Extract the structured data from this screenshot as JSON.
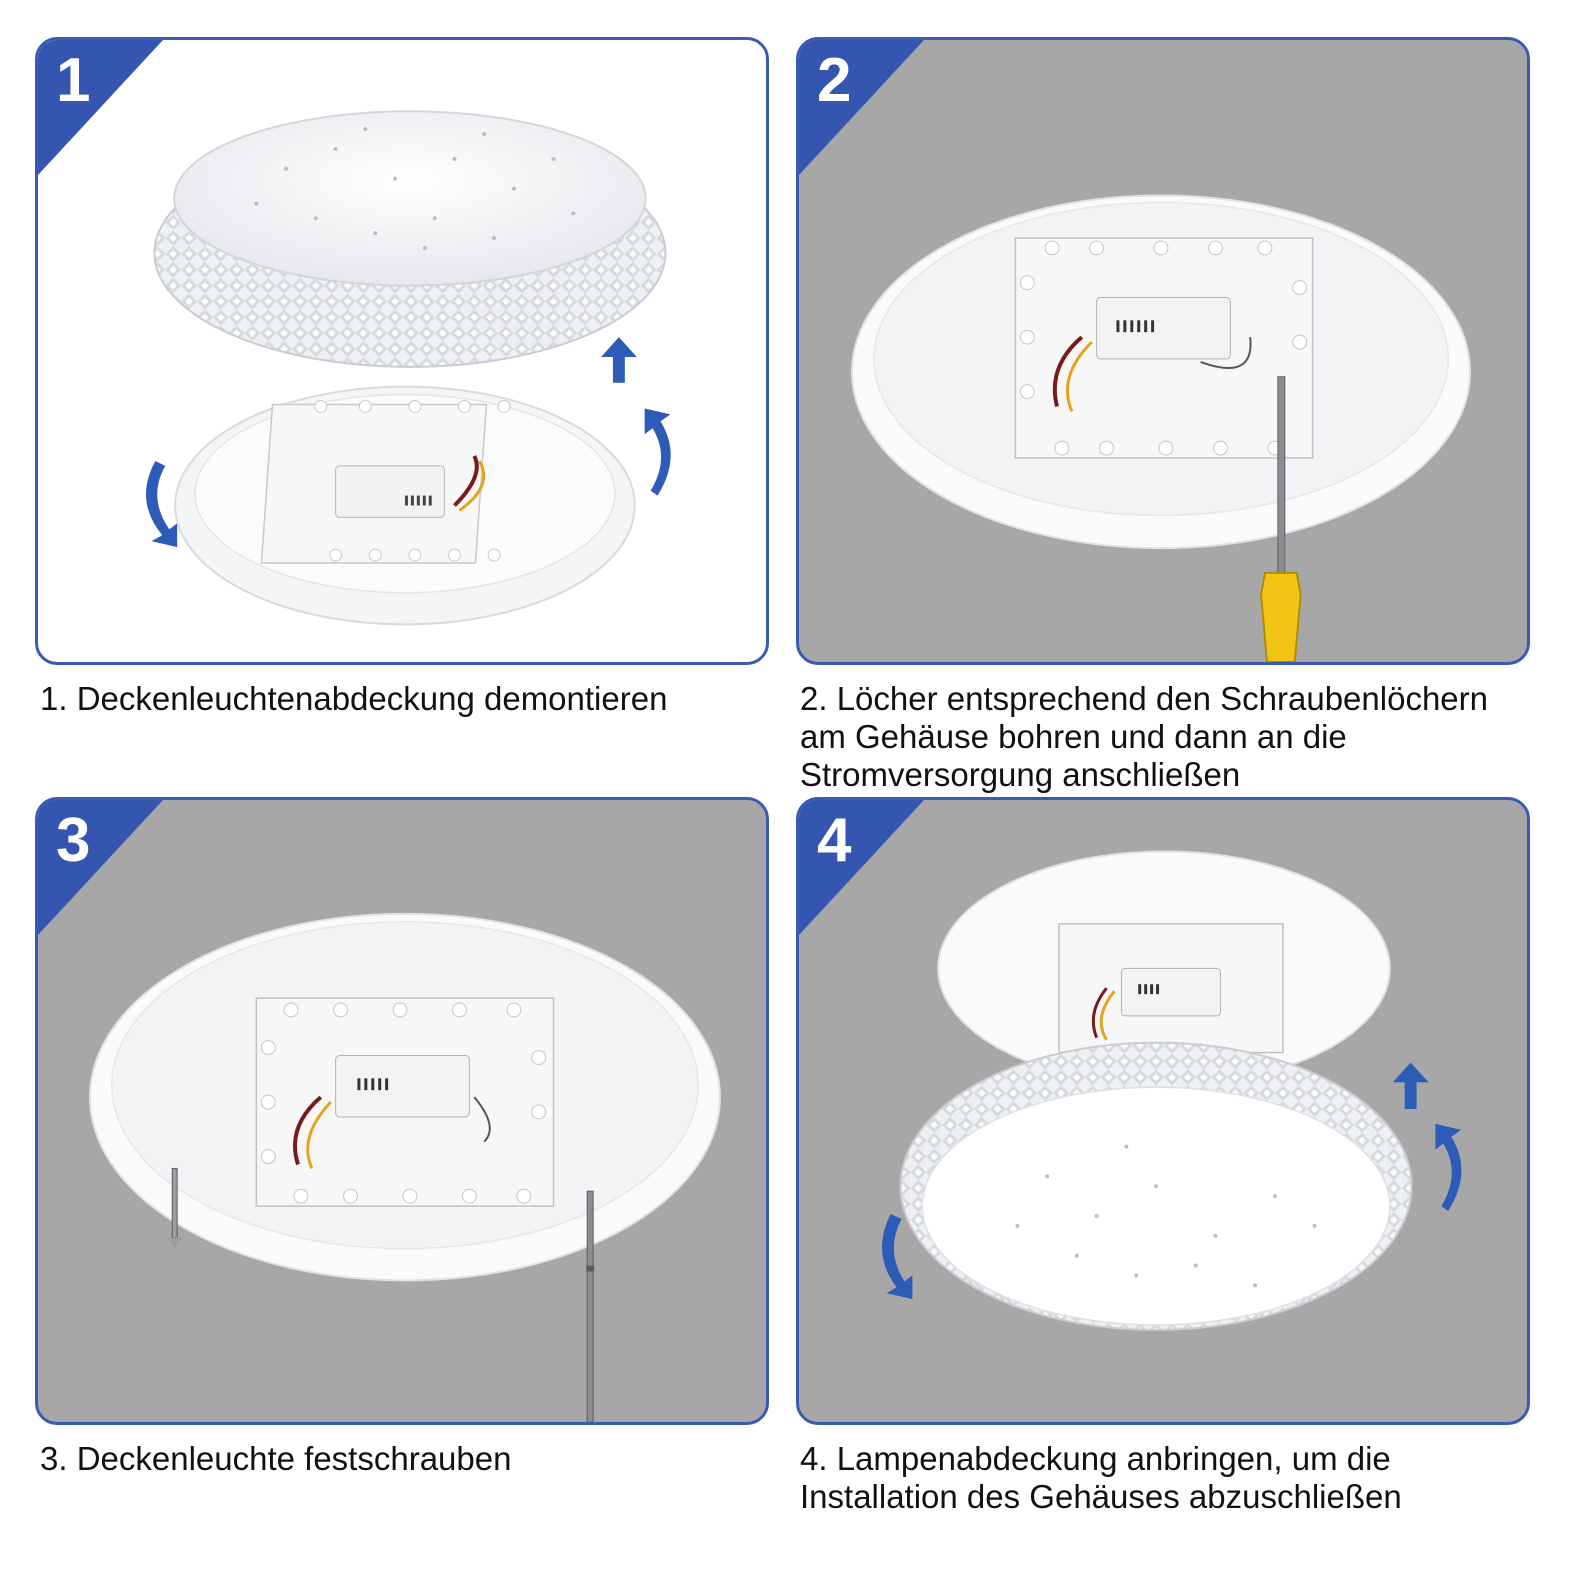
{
  "colors": {
    "accent": "#3556b0",
    "ceiling": "#a7a7a7",
    "arrow": "#2f5bb8",
    "handle": "#f2c514"
  },
  "steps": [
    {
      "number": "1",
      "caption_lines": [
        "1. Deckenleuchtenabdeckung demontieren"
      ]
    },
    {
      "number": "2",
      "caption_lines": [
        "2. Löcher entsprechend den Schraubenlöchern",
        "am Gehäuse bohren und dann an die",
        "Stromversorgung anschließen"
      ]
    },
    {
      "number": "3",
      "caption_lines": [
        "3. Deckenleuchte festschrauben"
      ]
    },
    {
      "number": "4",
      "caption_lines": [
        "4. Lampenabdeckung anbringen, um die",
        "Installation des Gehäuses abzuschließen"
      ]
    }
  ],
  "icons": {
    "rotate_arrow": "curved-arrow-icon",
    "lift_arrow": "up-arrow-icon",
    "screwdriver": "screwdriver-icon",
    "screw": "screw-icon"
  }
}
